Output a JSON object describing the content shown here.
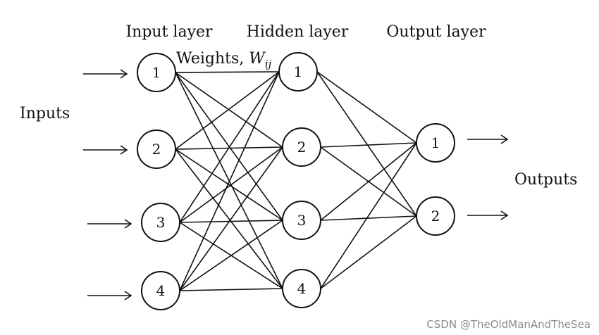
{
  "labels": {
    "input_layer": "Input layer",
    "hidden_layer": "Hidden layer",
    "output_layer": "Output layer",
    "weights_prefix": "Weights, ",
    "weights_symbol": "W",
    "weights_subscript": "ij",
    "inputs": "Inputs",
    "outputs": "Outputs"
  },
  "layers": {
    "input": [
      "1",
      "2",
      "3",
      "4"
    ],
    "hidden": [
      "1",
      "2",
      "3",
      "4"
    ],
    "output": [
      "1",
      "2"
    ]
  },
  "watermark": "CSDN @TheOldManAndTheSea",
  "colors": {
    "stroke": "#111111",
    "text": "#111111",
    "watermark": "#8a8a8a",
    "background": "#ffffff"
  }
}
